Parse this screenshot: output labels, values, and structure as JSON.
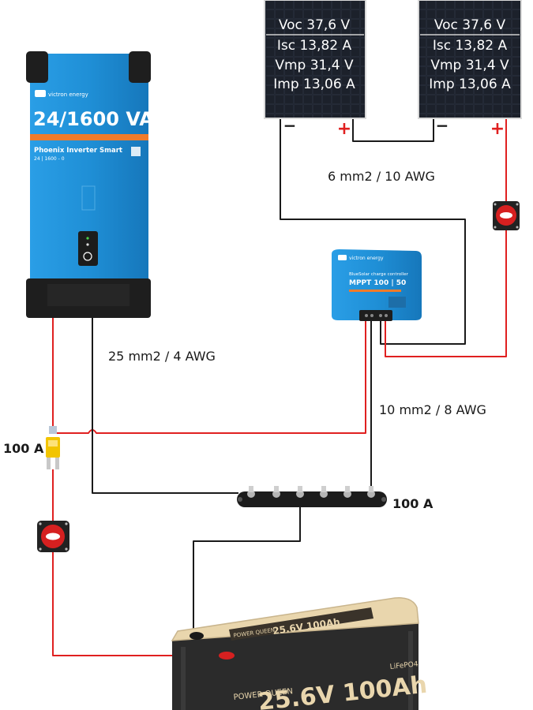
{
  "panels": [
    {
      "specs": [
        "Voc 37,6 V",
        "Isc 13,82 A",
        "Vmp 31,4 V",
        "Imp 13,06 A"
      ],
      "neg": "−",
      "pos": "+"
    },
    {
      "specs": [
        "Voc 37,6 V",
        "Isc 13,82 A",
        "Vmp 31,4 V",
        "Imp 13,06 A"
      ],
      "neg": "−",
      "pos": "+"
    }
  ],
  "inverter": {
    "brand": "victron energy",
    "rating": "24/1600 VA",
    "model": "Phoenix Inverter Smart",
    "submodel": "24 | 1600 - 0"
  },
  "controller": {
    "brand": "victron energy",
    "series": "BlueSolar charge controller",
    "model": "MPPT 100 | 50"
  },
  "battery": {
    "brand": "POWER QUEEN",
    "top_label": "25.6V 100Ah",
    "front_label": "25.6V 100Ah",
    "chemistry": "LiFePO4"
  },
  "labels": {
    "pv_wire": "6 mm2 / 10 AWG",
    "inverter_wire": "25 mm2 / 4 AWG",
    "mppt_wire": "10 mm2 / 8 AWG",
    "fuse_rating": "100 A",
    "busbar_rating": "100 A"
  },
  "colors": {
    "positive_wire": "#e02020",
    "negative_wire": "#1a1a1a",
    "victron_blue": "#1f8fd6",
    "battery_body": "#2b2b2b",
    "battery_top": "#e9d6ad"
  }
}
